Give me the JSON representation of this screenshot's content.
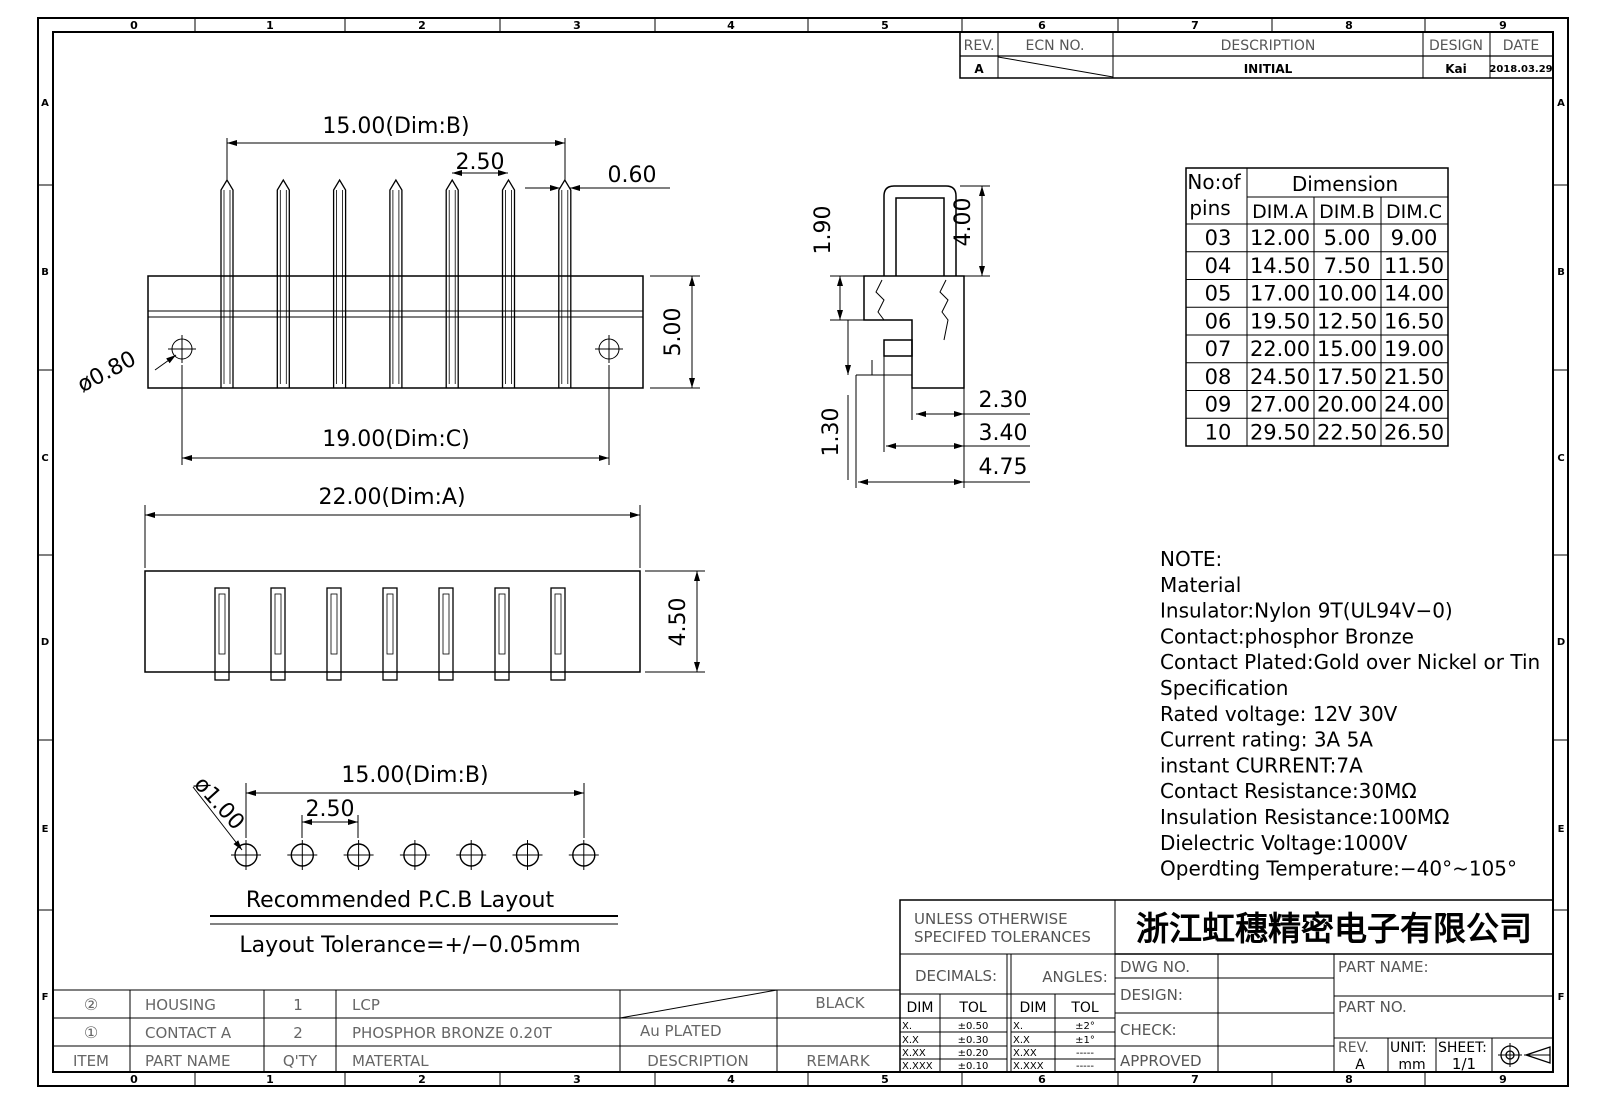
{
  "zones": {
    "columns": [
      "0",
      "1",
      "2",
      "3",
      "4",
      "5",
      "6",
      "7",
      "8",
      "9"
    ],
    "rows": [
      "A",
      "B",
      "C",
      "D",
      "E",
      "F"
    ]
  },
  "revision_block": {
    "headers": {
      "rev": "REV.",
      "ecn": "ECN NO.",
      "description": "DESCRIPTION",
      "design": "DESIGN",
      "date": "DATE"
    },
    "row": {
      "rev": "A",
      "description": "INITIAL",
      "design": "Kai",
      "date": "2018.03.29"
    }
  },
  "top_view": {
    "dim_b": "15.00(Dim:B)",
    "pitch": "2.50",
    "pin_width": "0.60",
    "hole_dia": "ø0.80",
    "height": "5.00",
    "dim_c": "19.00(Dim:C)",
    "pin_count": 7
  },
  "side_view": {
    "d1": "1.90",
    "d2": "4.00",
    "d3": "1.30",
    "d4": "2.30",
    "d5": "3.40",
    "d6": "4.75"
  },
  "front_view": {
    "dim_a": "22.00(Dim:A)",
    "height": "4.50"
  },
  "pcb_layout": {
    "hole_dia": "ø1.00",
    "dim_b": "15.00(Dim:B)",
    "pitch": "2.50",
    "title": "Recommended P.C.B Layout",
    "tolerance": "Layout Tolerance=+/−0.05mm",
    "holes": 7
  },
  "dimension_table": {
    "header_left_1": "No:of",
    "header_left_2": "pins",
    "header_group": "Dimension",
    "cols": [
      "DIM.A",
      "DIM.B",
      "DIM.C"
    ],
    "rows": [
      [
        "03",
        "12.00",
        "5.00",
        "9.00"
      ],
      [
        "04",
        "14.50",
        "7.50",
        "11.50"
      ],
      [
        "05",
        "17.00",
        "10.00",
        "14.00"
      ],
      [
        "06",
        "19.50",
        "12.50",
        "16.50"
      ],
      [
        "07",
        "22.00",
        "15.00",
        "19.00"
      ],
      [
        "08",
        "24.50",
        "17.50",
        "21.50"
      ],
      [
        "09",
        "27.00",
        "20.00",
        "24.00"
      ],
      [
        "10",
        "29.50",
        "22.50",
        "26.50"
      ]
    ]
  },
  "notes": [
    "NOTE:",
    "Material",
    "Insulator:Nylon 9T(UL94V−0)",
    "Contact:phosphor Bronze",
    "Contact Plated:Gold over Nickel or Tin",
    "Specification",
    "Rated voltage: 12V 30V",
    " Current rating: 3A  5A",
    "instant CURRENT:7A",
    "Contact Resistance:30MΩ",
    "Insulation Resistance:100MΩ",
    "Dielectric Voltage:1000V",
    "Operdting Temperature:−40°~105°"
  ],
  "bom": {
    "rows": [
      {
        "num": "②",
        "name": "HOUSING",
        "qty": "1",
        "material": "LCP",
        "description": "",
        "remark": "BLACK"
      },
      {
        "num": "①",
        "name": "CONTACT A",
        "qty": "2",
        "material": "PHOSPHOR BRONZE 0.20T",
        "description": "Au PLATED",
        "remark": ""
      }
    ],
    "headers": {
      "item": "ITEM",
      "name": "PART NAME",
      "qty": "Q'TY",
      "material": "MATERTAL",
      "description": "DESCRIPTION",
      "remark": "REMARK"
    }
  },
  "title_block": {
    "tolerance_title_1": "UNLESS OTHERWISE",
    "tolerance_title_2": "SPECIFED TOLERANCES",
    "decimals": "DECIMALS:",
    "angles": "ANGLES:",
    "dim": "DIM",
    "tol": "TOL",
    "decimal_rows": [
      [
        "X.",
        "±0.50"
      ],
      [
        "X.X",
        "±0.30"
      ],
      [
        "X.XX",
        "±0.20"
      ],
      [
        "X.XXX",
        "±0.10"
      ]
    ],
    "angle_rows": [
      [
        "X.",
        "±2°"
      ],
      [
        "X.X",
        "±1°"
      ],
      [
        "X.XX",
        "-----"
      ],
      [
        "X.XXX",
        "-----"
      ]
    ],
    "company": "浙江虹穗精密电子有限公司",
    "dwg_no": "DWG NO.",
    "design": "DESIGN:",
    "check": "CHECK:",
    "approved": "APPROVED",
    "part_name": "PART NAME:",
    "part_no": "PART NO.",
    "rev_label": "REV.",
    "rev_value": "A",
    "unit_label": "UNIT:",
    "unit_value": "mm",
    "sheet_label": "SHEET:",
    "sheet_value": "1/1"
  }
}
